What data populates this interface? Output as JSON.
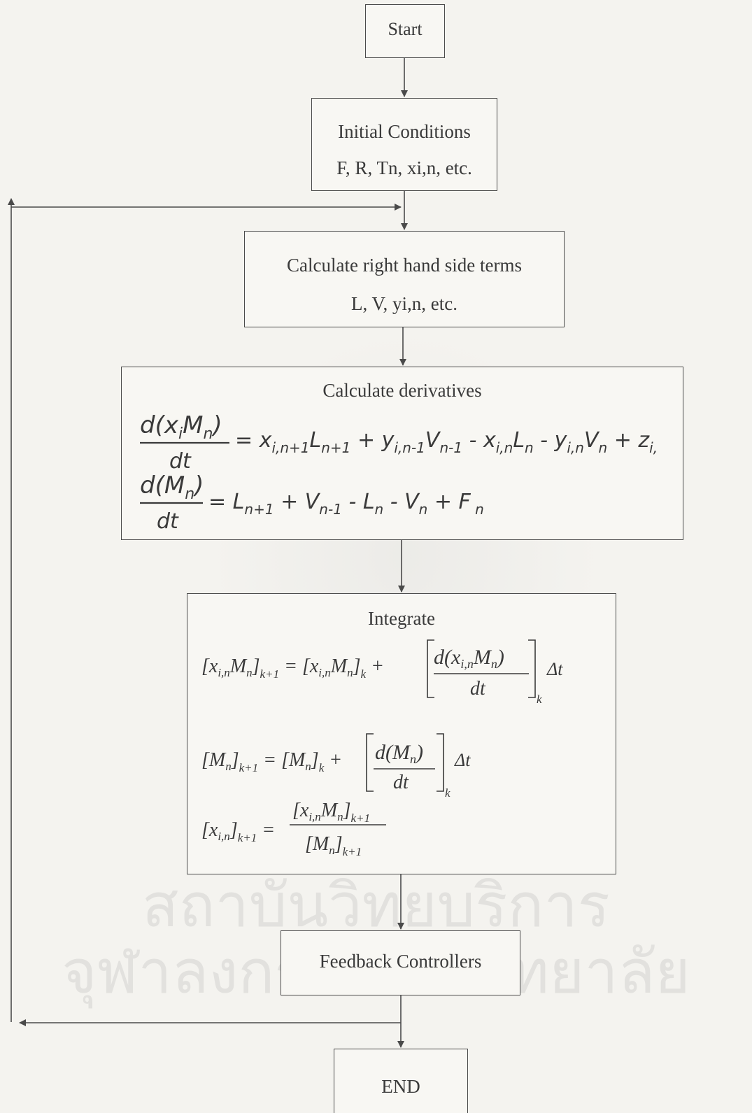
{
  "watermark": {
    "line1": "สถาบันวิทยบริการ",
    "line2": "จุฬาลงกรณ์มหาวิทยาลัย"
  },
  "nodes": {
    "start": {
      "label": "Start"
    },
    "initial": {
      "title": "Initial Conditions",
      "line2": "F, R, Tn, xi,n, etc."
    },
    "rhs": {
      "title": "Calculate right hand side terms",
      "line2": "L, V, yi,n, etc."
    },
    "derivatives": {
      "title": "Calculate derivatives",
      "eq1": "d(x_i M_n)/dt = x_{i,n+1}L_{n+1} + y_{i,n-1}V_{n-1} - x_{i,n}L_n - y_{i,n}V_n + z_i,",
      "eq2": "d(M_n)/dt = L_{n+1} + V_{n-1} - L_n - V_n + F_n"
    },
    "integrate": {
      "title": "Integrate",
      "eq1": "[x_{i,n}M_n]_{k+1} = [x_{i,n}M_n]_k + [d(x_{i,n}M_n)/dt]_k Δt",
      "eq2": "[M_n]_{k+1} = [M_n]_k + [d(M_n)/dt]_k Δt",
      "eq3": "[x_{i,n}]_{k+1} = [x_{i,n}M_n]_{k+1} / [M_n]_{k+1}"
    },
    "feedback": {
      "label": "Feedback Controllers"
    },
    "end": {
      "label": "END"
    }
  }
}
